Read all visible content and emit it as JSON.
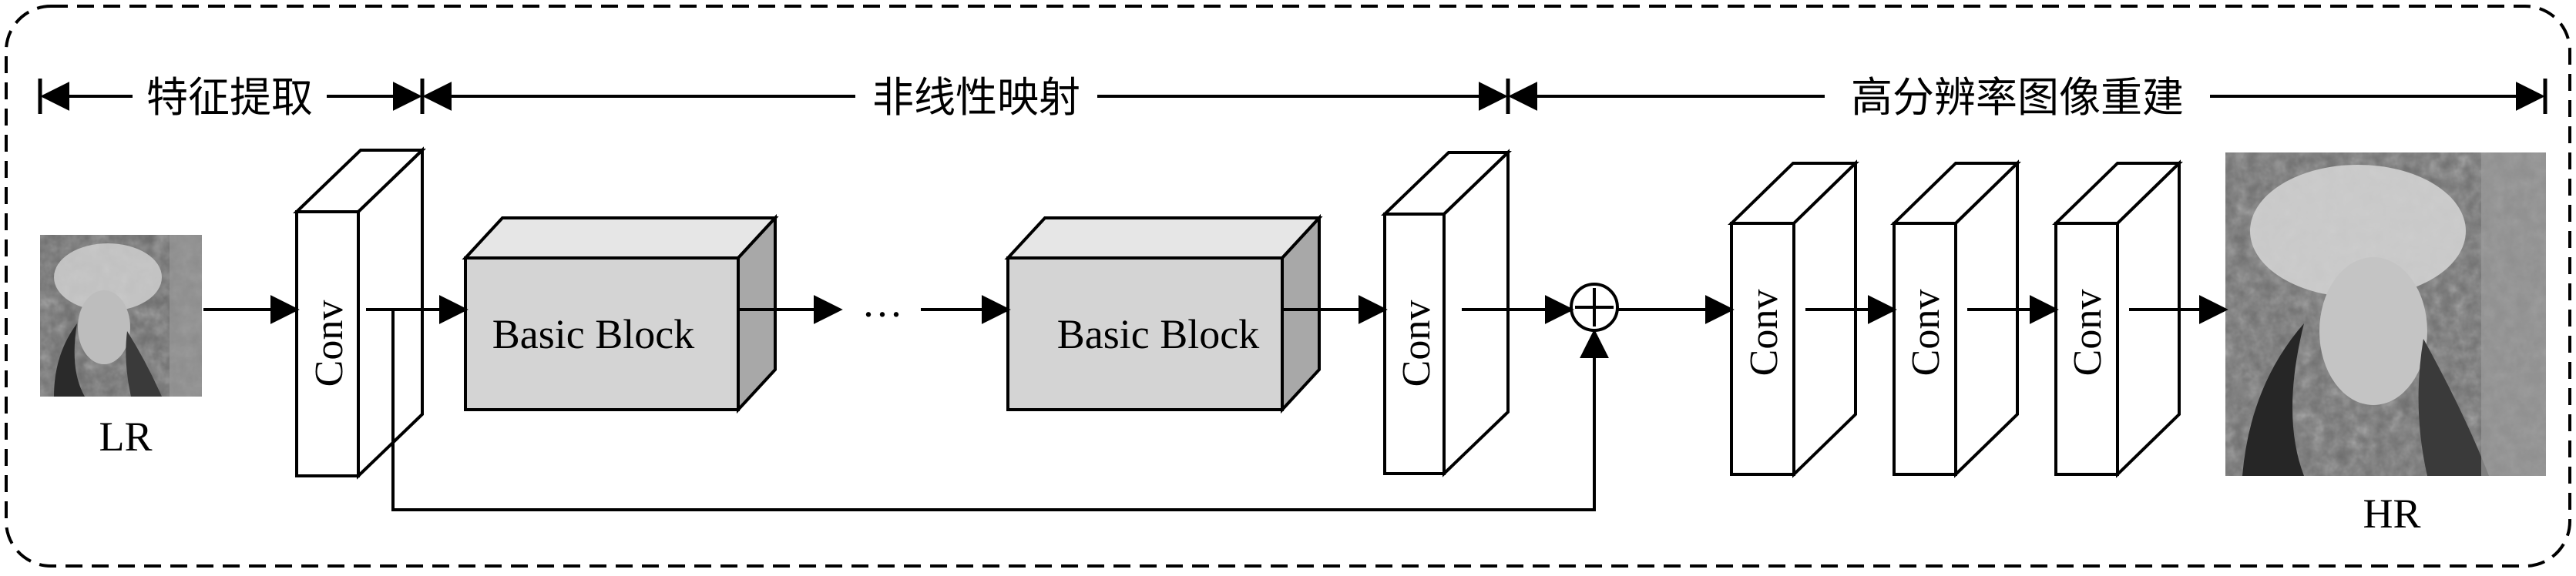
{
  "stages": {
    "feature_extraction": "特征提取",
    "nonlinear_mapping": "非线性映射",
    "reconstruction": "高分辨率图像重建"
  },
  "images": {
    "lr_label": "LR",
    "hr_label": "HR"
  },
  "blocks": {
    "conv_label": "Conv",
    "basic_block_label": "Basic Block",
    "ellipsis": "···",
    "sum_symbol": "+"
  },
  "colors": {
    "line": "#000000",
    "block_front": "#d4d4d4",
    "block_top": "#e6e6e6",
    "block_side": "#a8a8a8",
    "conv_face": "#ffffff"
  }
}
